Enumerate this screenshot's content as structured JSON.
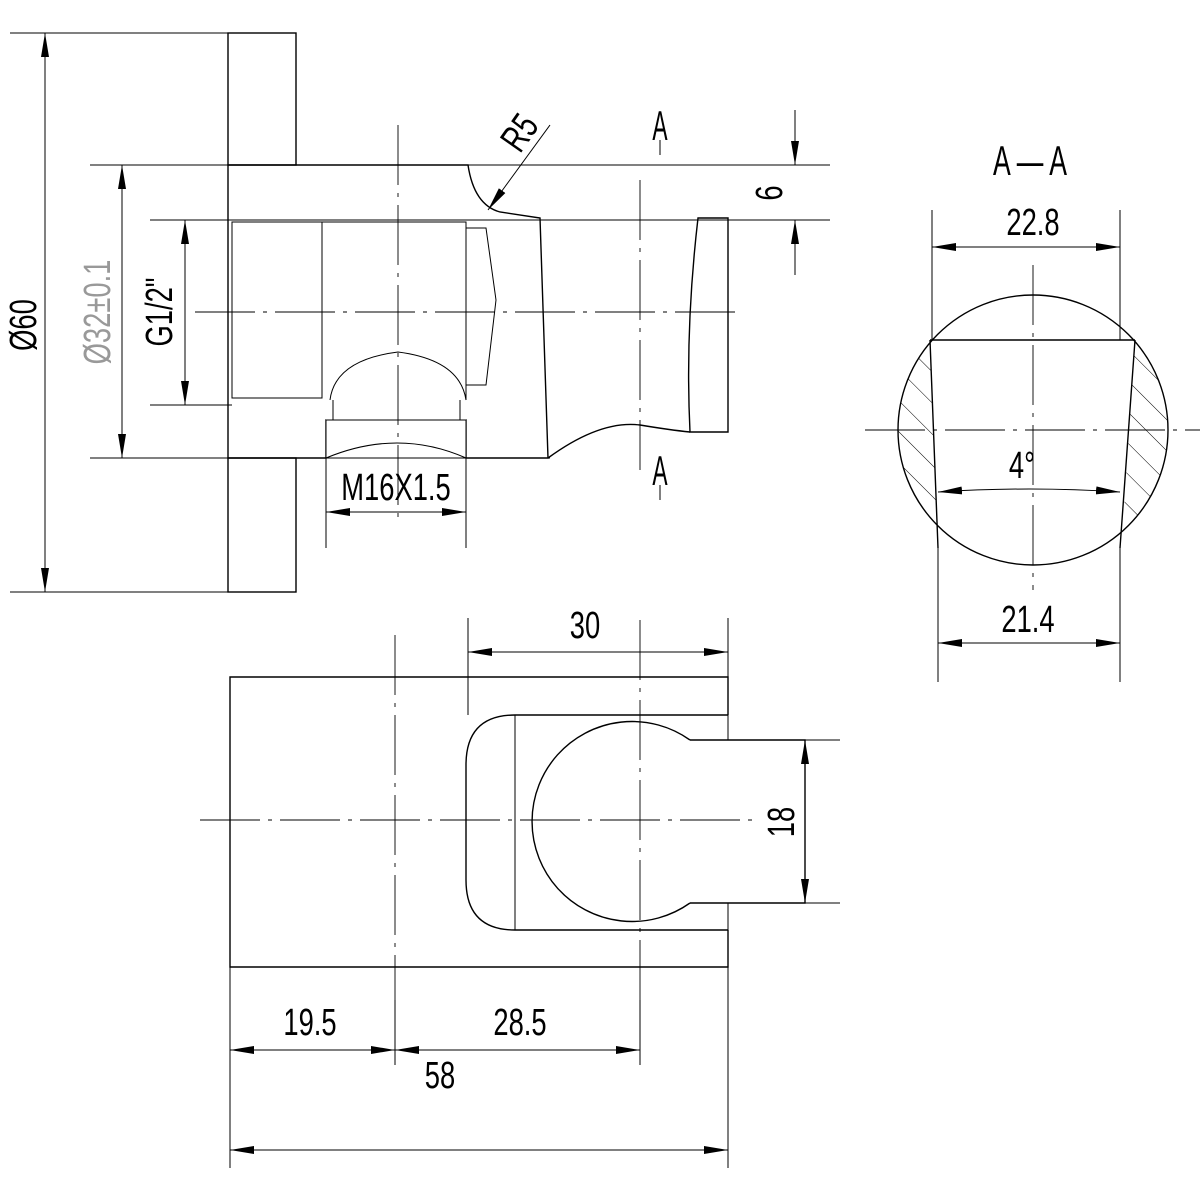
{
  "drawing": {
    "section_view": {
      "diameter_outer": "Ø60",
      "diameter_inner": "Ø32±0.1",
      "thread_inlet": "G1/2\"",
      "fillet_radius": "R5",
      "thickness": "6",
      "thread_outlet": "M16X1.5",
      "section_marker": "A"
    },
    "section_aa": {
      "title": "A — A",
      "top_width": "22.8",
      "taper_angle": "4°",
      "bottom_width": "21.4"
    },
    "top_view": {
      "holder_width": "30",
      "arm_height": "18",
      "offset_left": "19.5",
      "offset_mid": "28.5",
      "total_length": "58"
    }
  }
}
